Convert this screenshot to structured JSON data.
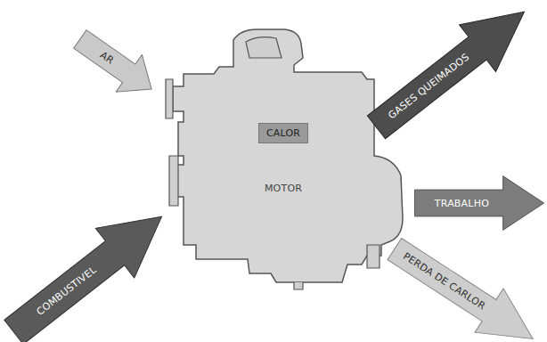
{
  "diagram": {
    "nodes": [
      {
        "text": [
          "AR"
        ]
      },
      {
        "text": [
          "MOTOR"
        ]
      },
      {
        "text": [
          "CALOR"
        ],
        "in": 1
      },
      {
        "text": [
          "COMBUSTIVEL"
        ]
      },
      {
        "text": [
          "GASES QUEIMADOS"
        ]
      },
      {
        "text": [
          "TRABALHO"
        ]
      },
      {
        "text": [
          "PERDA DE CARLOR"
        ]
      }
    ]
  }
}
